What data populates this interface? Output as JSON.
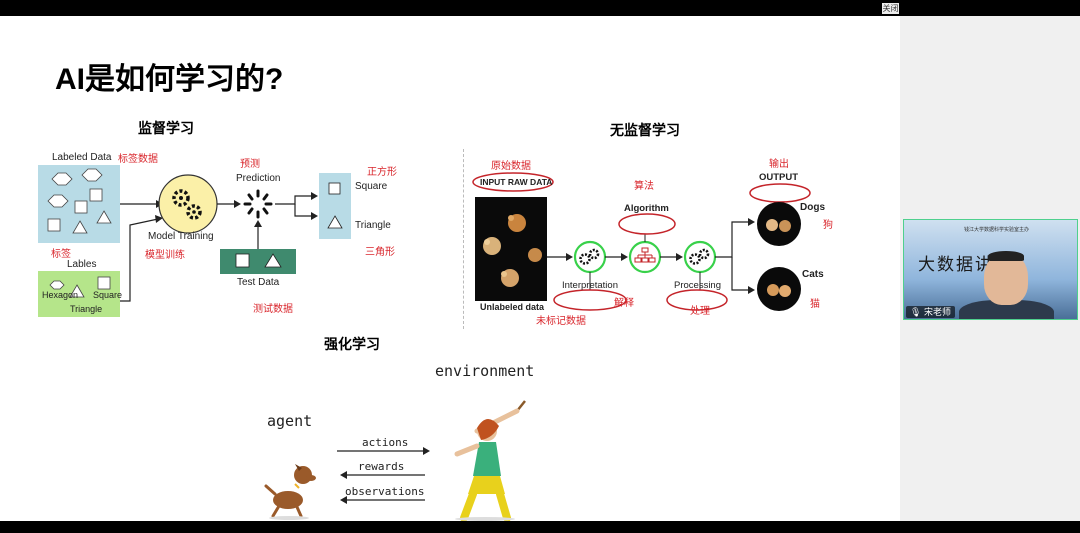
{
  "window": {
    "close_label": "关闭"
  },
  "slide": {
    "title": "AI是如何学习的?",
    "supervised": {
      "heading": "监督学习",
      "labeled_data": "Labeled Data",
      "labeled_data_cn": "标签数据",
      "labels_cn": "标签",
      "labels": "Lables",
      "hexagon": "Hexagon",
      "square": "Square",
      "triangle": "Triangle",
      "model_training": "Model Training",
      "model_training_cn": "模型训练",
      "prediction": "Prediction",
      "prediction_cn": "预测",
      "test_data": "Test Data",
      "test_data_cn": "测试数据",
      "out_square": "Square",
      "out_square_cn": "正方形",
      "out_triangle": "Triangle",
      "out_triangle_cn": "三角形"
    },
    "unsupervised": {
      "heading": "无监督学习",
      "raw_cn": "原始数据",
      "raw": "INPUT RAW DATA",
      "unlabeled": "Unlabeled data",
      "unlabeled_cn": "未标记数据",
      "algorithm_cn": "算法",
      "algorithm": "Algorithm",
      "interpretation": "Interpretation",
      "interpretation_cn": "解释",
      "processing": "Processing",
      "processing_cn": "处理",
      "output_cn": "输出",
      "output": "OUTPUT",
      "dogs": "Dogs",
      "dogs_cn": "狗",
      "cats": "Cats",
      "cats_cn": "猫"
    },
    "reinforcement": {
      "heading": "强化学习",
      "environment": "environment",
      "agent": "agent",
      "actions": "actions",
      "rewards": "rewards",
      "observations": "observations"
    }
  },
  "video": {
    "banner_text": "大数据讲坛",
    "small_text": "钱江大学数据科学实验室主办",
    "speaker_name": "宋老师"
  },
  "colors": {
    "accent_red": "#d9262c",
    "box_blue": "#b8dbe6",
    "box_green": "#b5e58a",
    "test_green": "#3f8a6e",
    "video_border": "#4fd08e"
  }
}
